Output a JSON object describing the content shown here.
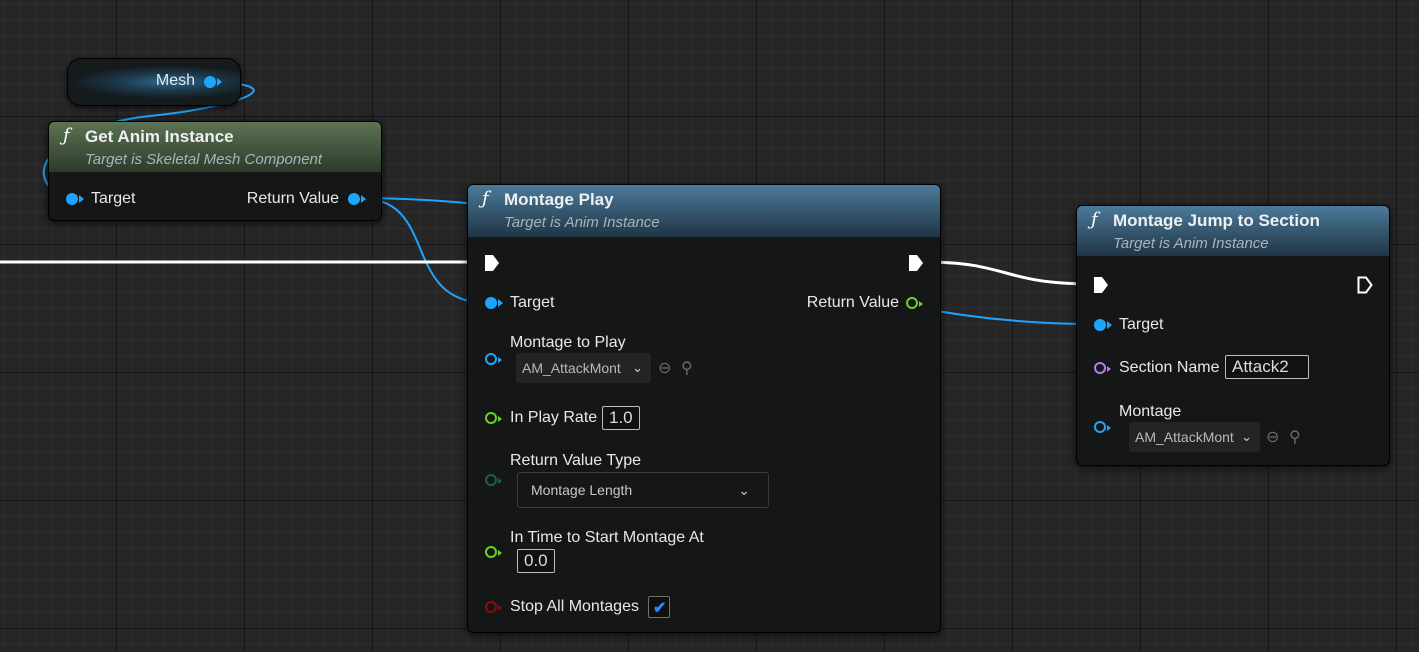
{
  "colors": {
    "object_pin": "#1ea4ff",
    "float_pin": "#6ad02a",
    "enum_pin": "#1c5c5a",
    "bool_pin": "#8a0d0d",
    "name_pin": "#b77ce8",
    "exec_wire": "#ffffff",
    "pure_header": "#5c7353",
    "impure_header": "#4b7a99"
  },
  "mesh_node": {
    "label": "Mesh"
  },
  "get_anim_instance": {
    "title": "Get Anim Instance",
    "subtitle": "Target is Skeletal Mesh Component",
    "icon": "function-icon",
    "target_label": "Target",
    "return_label": "Return Value"
  },
  "montage_play": {
    "title": "Montage Play",
    "subtitle": "Target is Anim Instance",
    "icon": "function-icon",
    "target_label": "Target",
    "return_label": "Return Value",
    "montage_to_play_label": "Montage to Play",
    "montage_asset": "AM_AttackMont",
    "play_rate_label": "In Play Rate",
    "play_rate_value": "1.0",
    "return_type_label": "Return Value Type",
    "return_type_value": "Montage Length",
    "start_time_label": "In Time to Start Montage At",
    "start_time_value": "0.0",
    "stop_all_label": "Stop All Montages",
    "stop_all_checked": true
  },
  "montage_jump": {
    "title": "Montage Jump to Section",
    "subtitle": "Target is Anim Instance",
    "icon": "function-icon",
    "target_label": "Target",
    "section_name_label": "Section Name",
    "section_name_value": "Attack2",
    "montage_label": "Montage",
    "montage_asset": "AM_AttackMont"
  }
}
